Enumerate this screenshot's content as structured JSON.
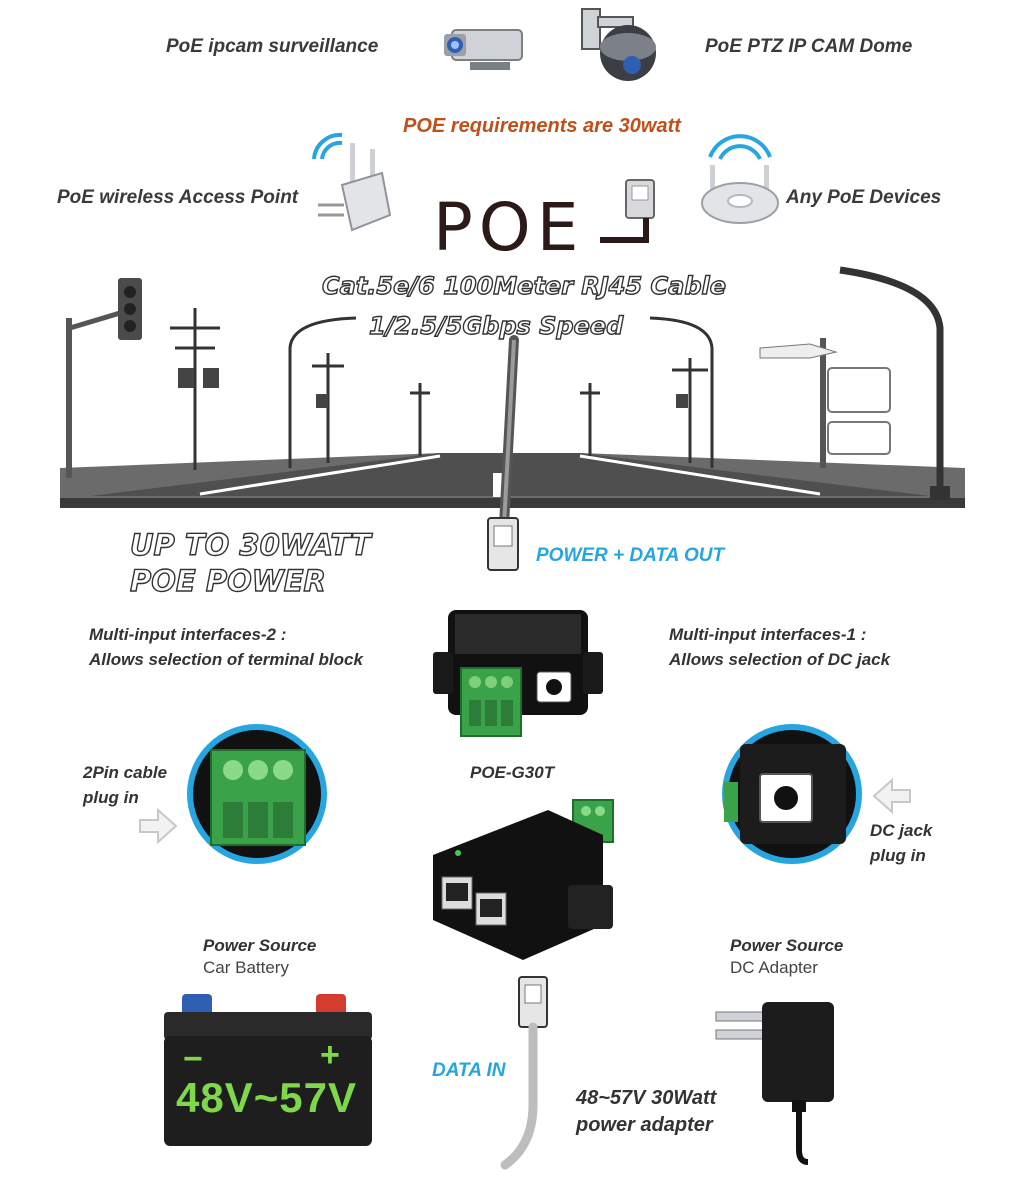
{
  "labels": {
    "ipcam": "PoE ipcam surveillance",
    "ptz": "PoE PTZ IP CAM  Dome",
    "requirement": "POE requirements are 30watt",
    "ap": "PoE wireless Access Point",
    "any": "Any PoE Devices",
    "logo": "POE",
    "cable_line1": "Cat.5e/6 100Meter RJ45 Cable",
    "cable_line2": "1/2.5/5Gbps Speed",
    "upto_line1": "UP TO 30WATT",
    "upto_line2": "POE POWER",
    "power_data_out": "POWER + DATA OUT",
    "multi2_line1": "Multi-input interfaces-2 :",
    "multi2_line2": "Allows selection of terminal block",
    "multi1_line1": "Multi-input interfaces-1 :",
    "multi1_line2": "Allows selection of DC jack",
    "pin_line1": "2Pin cable",
    "pin_line2": "plug in",
    "model": "POE-G30T",
    "dcjack_line1": "DC jack",
    "dcjack_line2": "plug in",
    "ps_left_title": "Power Source",
    "ps_left_sub": "Car Battery",
    "ps_right_title": "Power Source",
    "ps_right_sub": "DC Adapter",
    "battery_minus": "−",
    "battery_plus": "+",
    "battery_voltage": "48V~57V",
    "data_in": "DATA IN",
    "adapter_line1": "48~57V 30Watt",
    "adapter_line2": "power adapter"
  },
  "colors": {
    "accent_blue": "#27a5e0",
    "orange": "#c0501a",
    "battery_green": "#7fd84a",
    "terminal_green": "#3aa34a"
  }
}
